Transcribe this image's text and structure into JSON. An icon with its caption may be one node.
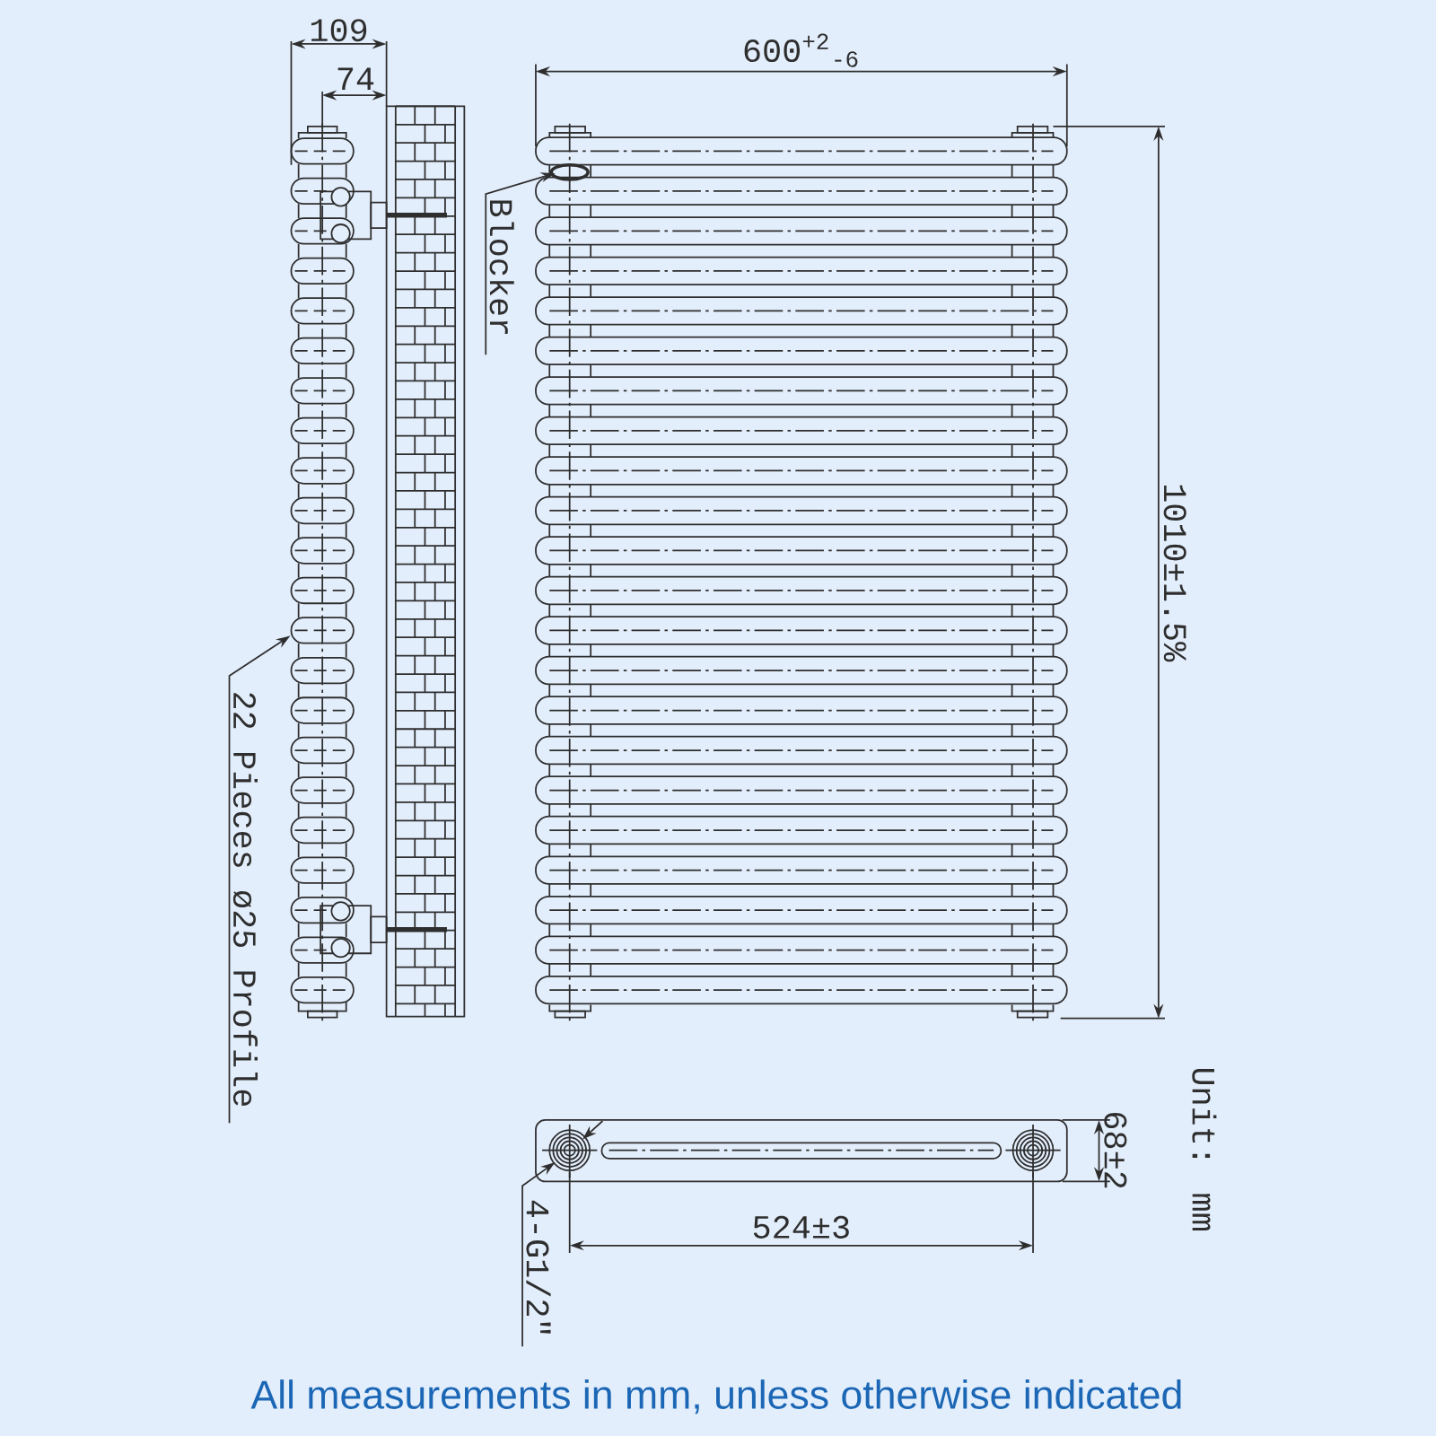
{
  "diagram": {
    "caption": "All measurements in mm, unless otherwise indicated",
    "nodes": [
      {
        "text": [
          "Blocker"
        ]
      },
      {
        "text": [
          "22 Pieces ø25 Profile"
        ]
      },
      {
        "text": [
          "4-G1/2\""
        ]
      },
      {
        "text": [],
        "shape": "picture"
      },
      {
        "text": [],
        "shape": "picture"
      },
      {
        "text": [],
        "shape": "picture"
      }
    ],
    "edges": [
      {
        "from": 0,
        "to": 4,
        "arrow": "to"
      },
      {
        "from": 1,
        "to": 3,
        "arrow": "to"
      },
      {
        "from": 2,
        "to": 5,
        "arrow": "to"
      }
    ],
    "labels": [
      "109",
      "74",
      "600$^{+2}$$_{-6}$",
      "1010±1.5%",
      "68±2",
      "524±3",
      "Unit: mm"
    ]
  }
}
